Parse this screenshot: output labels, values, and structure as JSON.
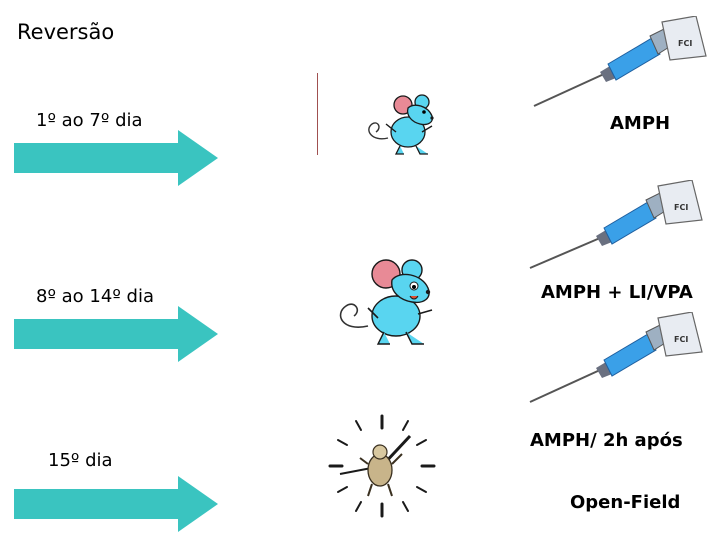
{
  "title": "Reversão",
  "rows": [
    {
      "period": "1º ao 7º dia",
      "treatment": "AMPH"
    },
    {
      "period": "8º ao 14º dia",
      "treatment": "AMPH + LI/VPA"
    },
    {
      "period": "15º dia",
      "treatment": "AMPH/ 2h após",
      "note": "Open-Field"
    }
  ],
  "syringe_label": "FCI",
  "colors": {
    "arrow": "#3ac4c0",
    "mouse": "#59d5f0",
    "needle": "#3aa0e8"
  }
}
